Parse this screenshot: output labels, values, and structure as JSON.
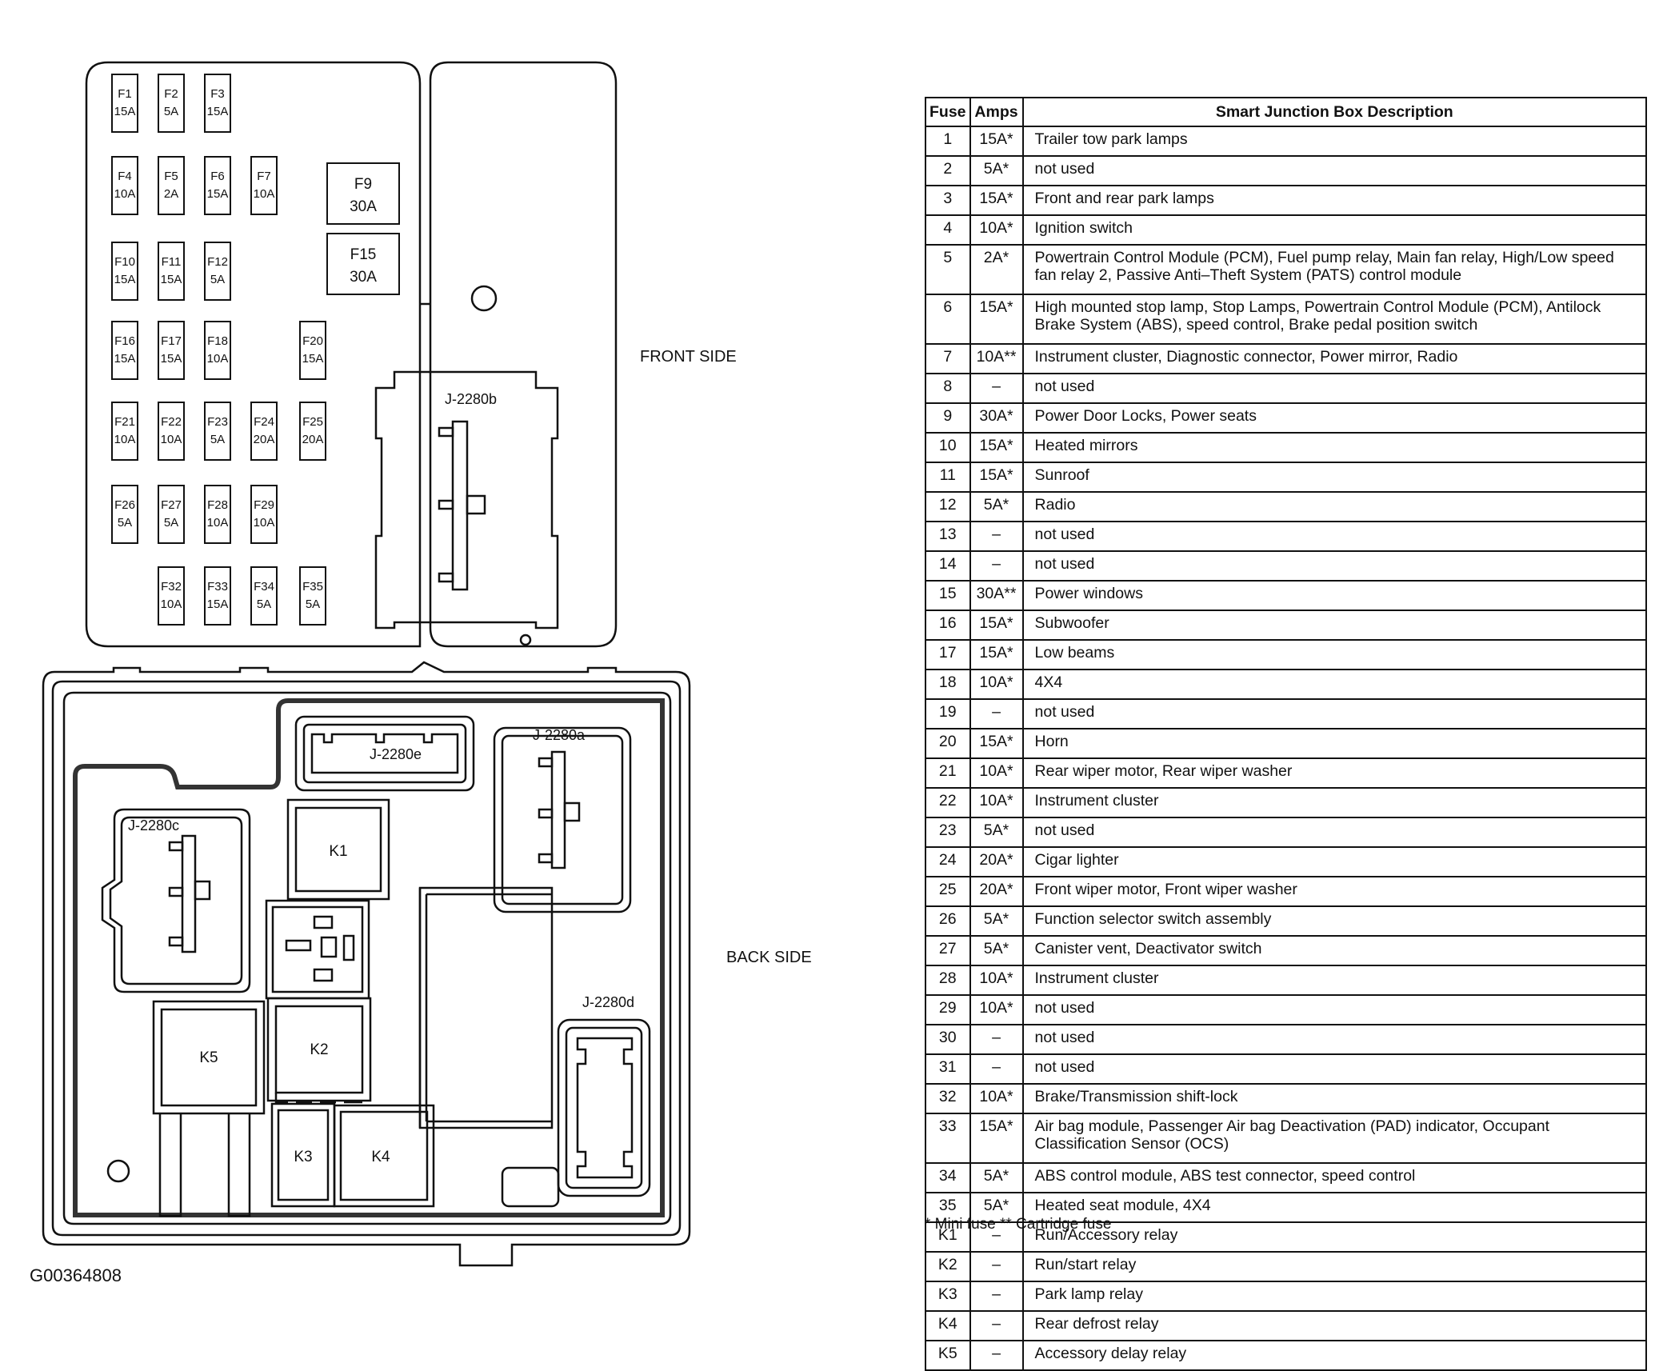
{
  "diagram": {
    "front_label": "FRONT SIDE",
    "back_label": "BACK SIDE",
    "figure_id": "G00364808",
    "front_fuses": [
      {
        "id": "F1",
        "amps": "15A"
      },
      {
        "id": "F2",
        "amps": "5A"
      },
      {
        "id": "F3",
        "amps": "15A"
      },
      {
        "id": "F4",
        "amps": "10A"
      },
      {
        "id": "F5",
        "amps": "2A"
      },
      {
        "id": "F6",
        "amps": "15A"
      },
      {
        "id": "F7",
        "amps": "10A"
      },
      {
        "id": "F10",
        "amps": "15A"
      },
      {
        "id": "F11",
        "amps": "15A"
      },
      {
        "id": "F12",
        "amps": "5A"
      },
      {
        "id": "F16",
        "amps": "15A"
      },
      {
        "id": "F17",
        "amps": "15A"
      },
      {
        "id": "F18",
        "amps": "10A"
      },
      {
        "id": "F20",
        "amps": "15A"
      },
      {
        "id": "F21",
        "amps": "10A"
      },
      {
        "id": "F22",
        "amps": "10A"
      },
      {
        "id": "F23",
        "amps": "5A"
      },
      {
        "id": "F24",
        "amps": "20A"
      },
      {
        "id": "F25",
        "amps": "20A"
      },
      {
        "id": "F26",
        "amps": "5A"
      },
      {
        "id": "F27",
        "amps": "5A"
      },
      {
        "id": "F28",
        "amps": "10A"
      },
      {
        "id": "F29",
        "amps": "10A"
      },
      {
        "id": "F32",
        "amps": "10A"
      },
      {
        "id": "F33",
        "amps": "15A"
      },
      {
        "id": "F34",
        "amps": "5A"
      },
      {
        "id": "F35",
        "amps": "5A"
      }
    ],
    "cartridge_fuses": [
      {
        "id": "F9",
        "amps": "30A"
      },
      {
        "id": "F15",
        "amps": "30A"
      }
    ],
    "connectors": {
      "front": "J-2280b",
      "back": [
        "J-2280e",
        "J-2280a",
        "J-2280c",
        "J-2280d"
      ]
    },
    "relays": [
      "K1",
      "K2",
      "K3",
      "K4",
      "K5"
    ]
  },
  "table": {
    "headers": [
      "Fuse",
      "Amps",
      "Smart Junction Box Description"
    ],
    "rows": [
      {
        "fuse": "1",
        "amps": "15A*",
        "desc": "Trailer tow park lamps"
      },
      {
        "fuse": "2",
        "amps": "5A*",
        "desc": "not used"
      },
      {
        "fuse": "3",
        "amps": "15A*",
        "desc": "Front and rear park lamps"
      },
      {
        "fuse": "4",
        "amps": "10A*",
        "desc": "Ignition switch"
      },
      {
        "fuse": "5",
        "amps": "2A*",
        "desc": "Powertrain Control Module (PCM), Fuel pump relay, Main fan relay, High/Low speed fan relay 2, Passive Anti–Theft System (PATS) control module"
      },
      {
        "fuse": "6",
        "amps": "15A*",
        "desc": "High mounted stop lamp, Stop Lamps, Powertrain Control Module (PCM), Antilock Brake System (ABS), speed control, Brake pedal position switch"
      },
      {
        "fuse": "7",
        "amps": "10A**",
        "desc": "Instrument cluster, Diagnostic connector, Power mirror, Radio"
      },
      {
        "fuse": "8",
        "amps": "–",
        "desc": "not used"
      },
      {
        "fuse": "9",
        "amps": "30A*",
        "desc": "Power Door Locks, Power seats"
      },
      {
        "fuse": "10",
        "amps": "15A*",
        "desc": "Heated mirrors"
      },
      {
        "fuse": "11",
        "amps": "15A*",
        "desc": "Sunroof"
      },
      {
        "fuse": "12",
        "amps": "5A*",
        "desc": "Radio"
      },
      {
        "fuse": "13",
        "amps": "–",
        "desc": "not used"
      },
      {
        "fuse": "14",
        "amps": "–",
        "desc": "not used"
      },
      {
        "fuse": "15",
        "amps": "30A**",
        "desc": "Power windows"
      },
      {
        "fuse": "16",
        "amps": "15A*",
        "desc": "Subwoofer"
      },
      {
        "fuse": "17",
        "amps": "15A*",
        "desc": "Low beams"
      },
      {
        "fuse": "18",
        "amps": "10A*",
        "desc": "4X4"
      },
      {
        "fuse": "19",
        "amps": "–",
        "desc": "not used"
      },
      {
        "fuse": "20",
        "amps": "15A*",
        "desc": "Horn"
      },
      {
        "fuse": "21",
        "amps": "10A*",
        "desc": "Rear wiper motor, Rear wiper washer"
      },
      {
        "fuse": "22",
        "amps": "10A*",
        "desc": "Instrument cluster"
      },
      {
        "fuse": "23",
        "amps": "5A*",
        "desc": "not used"
      },
      {
        "fuse": "24",
        "amps": "20A*",
        "desc": "Cigar lighter"
      },
      {
        "fuse": "25",
        "amps": "20A*",
        "desc": "Front wiper motor, Front wiper washer"
      },
      {
        "fuse": "26",
        "amps": "5A*",
        "desc": "Function selector switch assembly"
      },
      {
        "fuse": "27",
        "amps": "5A*",
        "desc": "Canister vent, Deactivator switch"
      },
      {
        "fuse": "28",
        "amps": "10A*",
        "desc": "Instrument cluster"
      },
      {
        "fuse": "29",
        "amps": "10A*",
        "desc": "not used"
      },
      {
        "fuse": "30",
        "amps": "–",
        "desc": "not used"
      },
      {
        "fuse": "31",
        "amps": "–",
        "desc": "not used"
      },
      {
        "fuse": "32",
        "amps": "10A*",
        "desc": "Brake/Transmission shift-lock"
      },
      {
        "fuse": "33",
        "amps": "15A*",
        "desc": "Air bag module, Passenger Air bag Deactivation (PAD) indicator, Occupant Classification Sensor (OCS)"
      },
      {
        "fuse": "34",
        "amps": "5A*",
        "desc": "ABS control module, ABS test connector, speed control"
      },
      {
        "fuse": "35",
        "amps": "5A*",
        "desc": "Heated seat module, 4X4"
      },
      {
        "fuse": "K1",
        "amps": "–",
        "desc": "Run/Accessory relay"
      },
      {
        "fuse": "K2",
        "amps": "–",
        "desc": "Run/start relay"
      },
      {
        "fuse": "K3",
        "amps": "–",
        "desc": "Park lamp relay"
      },
      {
        "fuse": "K4",
        "amps": "–",
        "desc": "Rear defrost relay"
      },
      {
        "fuse": "K5",
        "amps": "–",
        "desc": "Accessory delay relay"
      }
    ],
    "note": "* Mini fuse   ** Cartridge fuse"
  }
}
